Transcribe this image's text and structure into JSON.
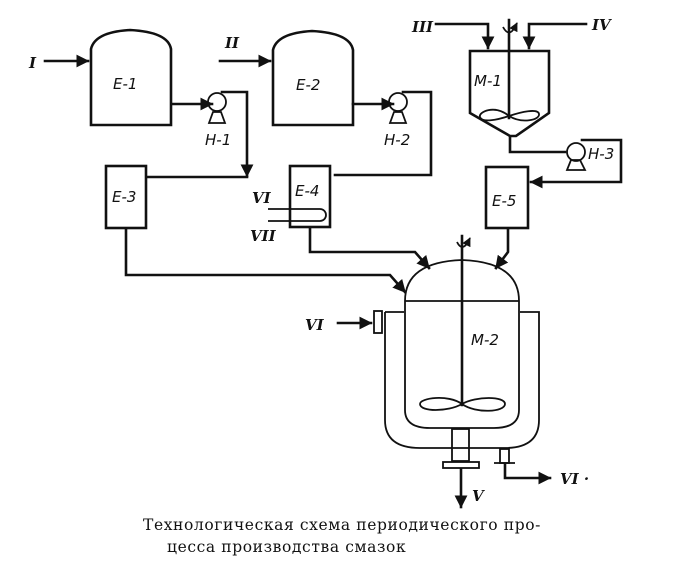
{
  "equipment": {
    "e1": "E-1",
    "e2": "E-2",
    "e3": "E-3",
    "e4": "E-4",
    "e5": "E-5",
    "h1": "H-1",
    "h2": "H-2",
    "h3": "H-3",
    "m1": "M-1",
    "m2": "M-2"
  },
  "streams": {
    "i": "I",
    "ii": "II",
    "iii": "III",
    "iv": "IV",
    "v": "V",
    "vi_e4": "VI",
    "vii_e4": "VII",
    "vi_in": "VI",
    "vi_out": "VI ·"
  },
  "caption": {
    "line1": "Технологическая схема периодического про-",
    "line2": "цесса производства смазок"
  }
}
